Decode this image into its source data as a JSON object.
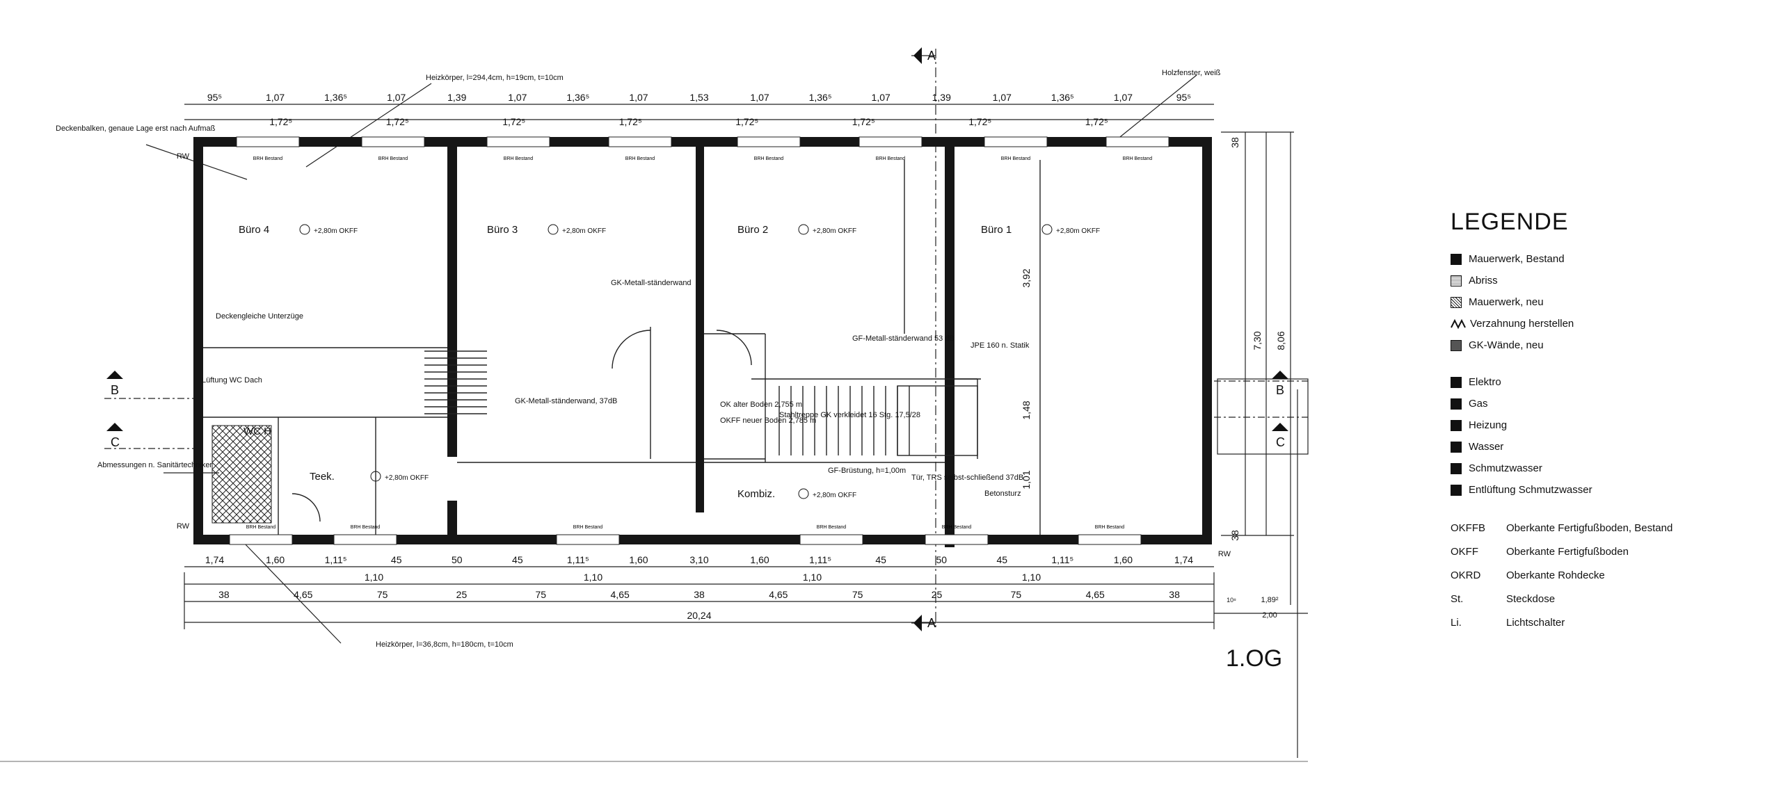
{
  "rooms": [
    {
      "name": "Büro 4",
      "level": "+2,80m OKFF"
    },
    {
      "name": "Büro 3",
      "level": "+2,80m OKFF"
    },
    {
      "name": "Büro 2",
      "level": "+2,80m OKFF"
    },
    {
      "name": "Büro 1",
      "level": "+2,80m OKFF"
    },
    {
      "name": "Teek.",
      "level": "+2,80m OKFF"
    },
    {
      "name": "Kombiz.",
      "level": "+2,80m OKFF"
    },
    {
      "name": "WC H",
      "level": ""
    }
  ],
  "top_dims_row1": [
    "95⁵",
    "1,07",
    "1,36⁵",
    "1,07",
    "1,39",
    "1,07",
    "1,36⁵",
    "1,07",
    "1,53",
    "1,07",
    "1,36⁵",
    "1,07",
    "1,39",
    "1,07",
    "1,36⁵",
    "1,07",
    "95⁵"
  ],
  "top_dims_row2": [
    "1,72⁵",
    "1,72⁵",
    "1,72⁵",
    "1,72⁵",
    "1,72⁵",
    "1,72⁵",
    "1,72⁵",
    "1,72⁵"
  ],
  "bottom_dims_row1": [
    "1,74",
    "1,60",
    "1,11⁵",
    "45",
    "50",
    "45",
    "1,11⁵",
    "1,60",
    "3,10",
    "1,60",
    "1,11⁵",
    "45",
    "50",
    "45",
    "1,11⁵",
    "1,60",
    "1,74"
  ],
  "bottom_dims_row2": [
    "1,10",
    "1,10",
    "1,10",
    "1,10"
  ],
  "bottom_dims_row3": [
    "38",
    "4,65",
    "75",
    "25",
    "75",
    "4,65",
    "38",
    "4,65",
    "75",
    "25",
    "75",
    "4,65",
    "38"
  ],
  "total_dim": "20,24",
  "right_dims": [
    "38",
    "3,92",
    "1,48",
    "1,01",
    "38",
    "7,30",
    "8,06"
  ],
  "right_small_dims": [
    "1,89²",
    "2,00",
    "10⁸"
  ],
  "annotations": [
    "Deckenbalken, genaue Lage erst nach Aufmaß",
    "Heizkörper, l=294,4cm, h=19cm, t=10cm",
    "Holzfenster, weiß",
    "Deckengleiche Unterzüge",
    "GK-Metall-ständerwand",
    "GK-Metall-ständerwand, 37dB",
    "GF-Metall-ständerwand 53 dB",
    "Stahltreppe GK verkleidet 16 Stg. 17,5/28",
    "Abmessungen n. Sanitärtechniker",
    "Heizkörper, l=36,8cm, h=180cm, t=10cm",
    "Betonsturz",
    "JPE 160 n. Statik",
    "OK alter Boden 2,755 m",
    "OKFF neuer Boden 2,785 m",
    "GF-Brüstung, h=1,00m",
    "Tür, TRS selbst-schließend 37dB",
    "Lüftung WC Dach"
  ],
  "section_marks": [
    "A",
    "A",
    "B",
    "B",
    "C",
    "C"
  ],
  "window_label": "BRH Bestand",
  "rw_label": "RW",
  "legend": {
    "title": "LEGENDE",
    "materials": [
      {
        "label": "Mauerwerk, Bestand",
        "swatch": "solid"
      },
      {
        "label": "Abriss",
        "swatch": "dot"
      },
      {
        "label": "Mauerwerk, neu",
        "swatch": "hatch"
      },
      {
        "label": "Verzahnung herstellen",
        "swatch": "zigzag"
      },
      {
        "label": "GK-Wände, neu",
        "swatch": "gk"
      }
    ],
    "services": [
      {
        "label": "Elektro"
      },
      {
        "label": "Gas"
      },
      {
        "label": "Heizung"
      },
      {
        "label": "Wasser"
      },
      {
        "label": "Schmutzwasser"
      },
      {
        "label": "Entlüftung Schmutzwasser"
      }
    ],
    "abbreviations": [
      {
        "abbr": "OKFFB",
        "text": "Oberkante Fertigfußboden, Bestand"
      },
      {
        "abbr": "OKFF",
        "text": "Oberkante Fertigfußboden"
      },
      {
        "abbr": "OKRD",
        "text": "Oberkante Rohdecke"
      },
      {
        "abbr": "St.",
        "text": "Steckdose"
      },
      {
        "abbr": "Li.",
        "text": "Lichtschalter"
      }
    ]
  },
  "floor_label": "1.OG",
  "colors": {
    "wall": "#161616",
    "line": "#222222",
    "paper": "#ffffff"
  }
}
